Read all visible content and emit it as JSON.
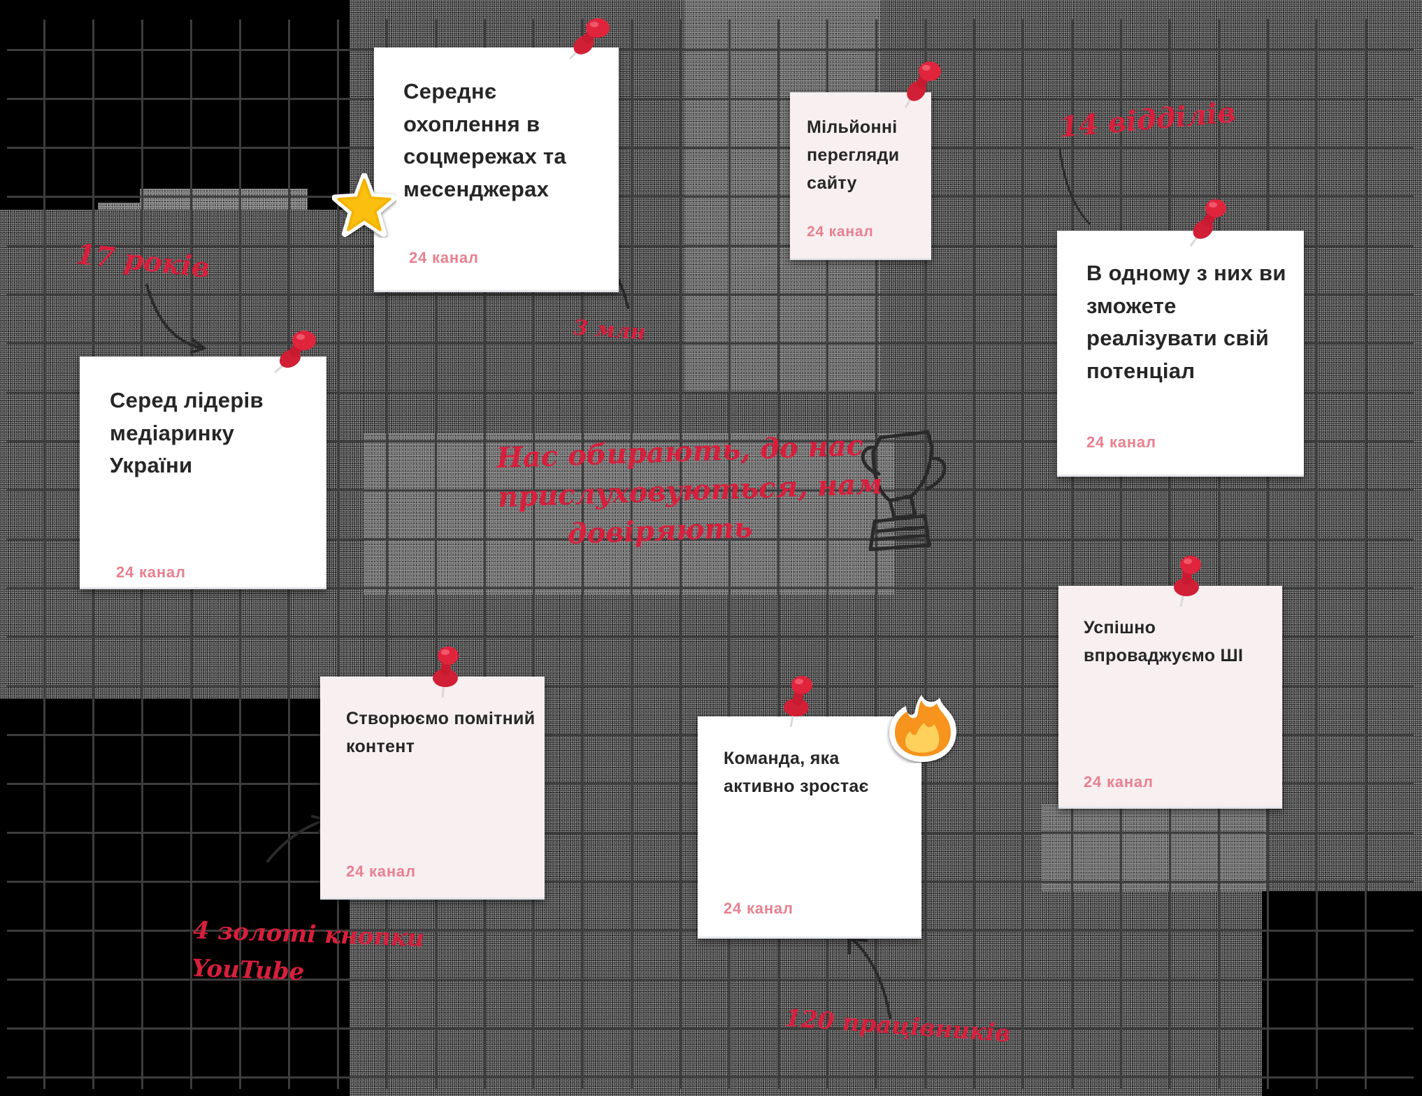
{
  "theme": {
    "pin_color": "#e0243c",
    "script_color": "#d81f3c",
    "source_color": "#e8808f",
    "title_color": "#262626",
    "card_white": "#ffffff",
    "card_pink": "#f8eff1",
    "star_color": "#fbbf0f",
    "fire_color": "#f7941d"
  },
  "cards": [
    {
      "id": "avg-reach",
      "title": "Середнє охоплення в соцмережах та месенджерах",
      "source": "24 канал",
      "style": "white"
    },
    {
      "id": "site-views",
      "title": "Мільйонні перегляди сайту",
      "source": "24 канал",
      "style": "pink"
    },
    {
      "id": "potential",
      "title": "В одному з них ви зможете реалізувати свій потенціал",
      "source": "24 канал",
      "style": "white"
    },
    {
      "id": "market-leaders",
      "title": "Серед лідерів медіаринку України",
      "source": "24 канал",
      "style": "white"
    },
    {
      "id": "content",
      "title": "Створюємо помітний контент",
      "source": "24 канал",
      "style": "pink"
    },
    {
      "id": "team",
      "title": "Команда, яка активно зростає",
      "source": "24 канал",
      "style": "white"
    },
    {
      "id": "ai",
      "title": "Успішно впроваджуємо ШІ",
      "source": "24 канал",
      "style": "pink"
    }
  ],
  "annotations": {
    "years": "17 років",
    "reach": "3 млн",
    "departments": "14 відділів",
    "slogan_line1": "Нас обирають, до нас",
    "slogan_line2": "прислуховуються, нам",
    "slogan_line3": "довіряють",
    "youtube_line1": "4 золоті кнопки",
    "youtube_line2": "YouTube",
    "employees": "120 працівників"
  },
  "stickers": {
    "star": "star-icon",
    "fire": "fire-icon",
    "trophy": "trophy-icon",
    "pin": "pushpin-icon"
  }
}
